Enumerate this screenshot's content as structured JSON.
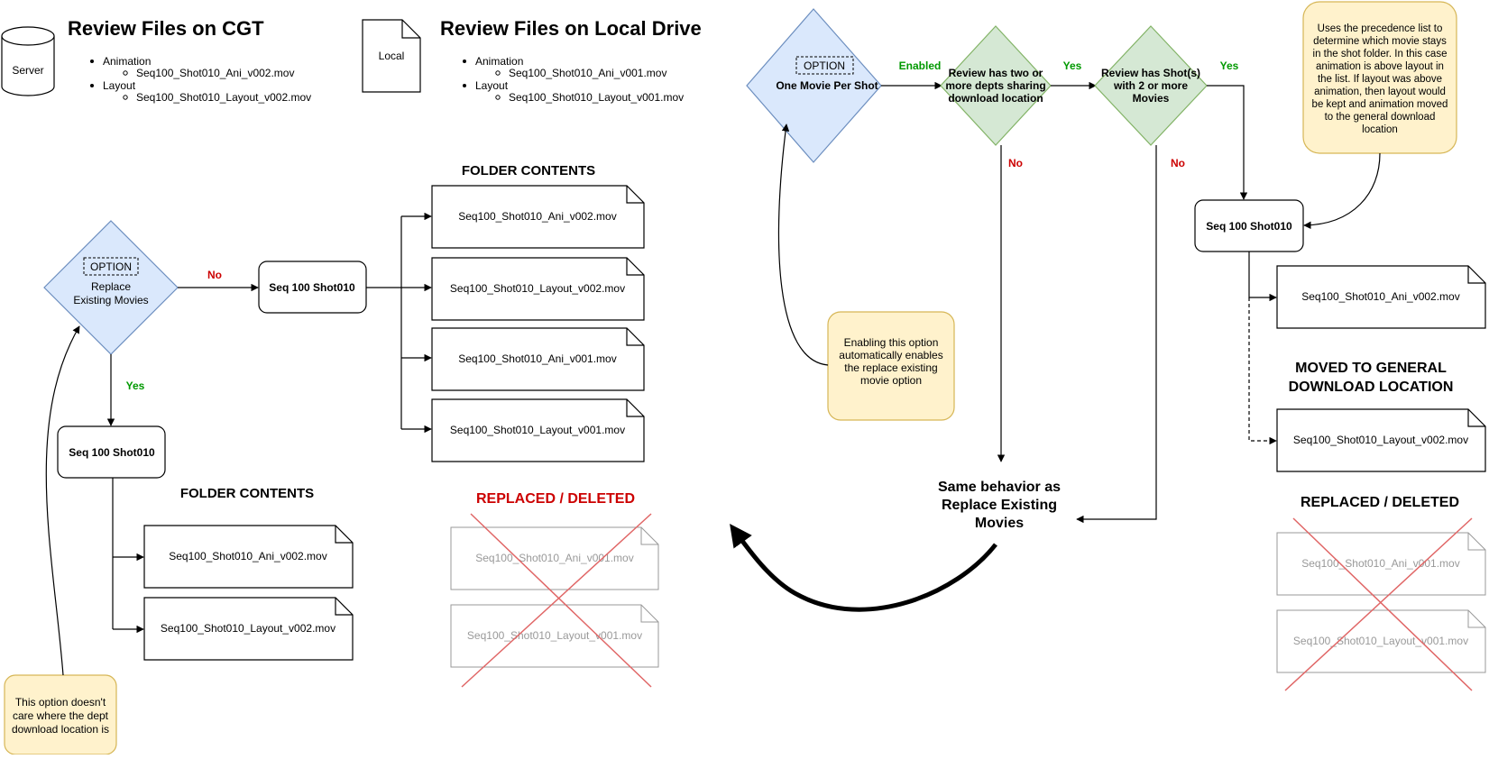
{
  "headers": {
    "server_icon_label": "Server",
    "cgt_title": "Review Files on CGT",
    "cgt_list": [
      {
        "dept": "Animation",
        "file": "Seq100_Shot010_Ani_v002.mov"
      },
      {
        "dept": "Layout",
        "file": "Seq100_Shot010_Layout_v002.mov"
      }
    ],
    "local_icon_label": "Local",
    "local_title": "Review Files on Local Drive",
    "local_list": [
      {
        "dept": "Animation",
        "file": "Seq100_Shot010_Ani_v001.mov"
      },
      {
        "dept": "Layout",
        "file": "Seq100_Shot010_Layout_v001.mov"
      }
    ]
  },
  "left_flow": {
    "option_tag": "OPTION",
    "decision_line1": "Replace",
    "decision_line2": "Existing Movies",
    "no_label": "No",
    "yes_label": "Yes",
    "shot_no": "Seq 100 Shot010",
    "shot_yes": "Seq 100 Shot010",
    "folder_contents_top": "FOLDER CONTENTS",
    "folder_files_top": [
      "Seq100_Shot010_Ani_v002.mov",
      "Seq100_Shot010_Layout_v002.mov",
      "Seq100_Shot010_Ani_v001.mov",
      "Seq100_Shot010_Layout_v001.mov"
    ],
    "folder_contents_bottom": "FOLDER CONTENTS",
    "folder_files_bottom": [
      "Seq100_Shot010_Ani_v002.mov",
      "Seq100_Shot010_Layout_v002.mov"
    ],
    "replaced_title": "REPLACED / DELETED",
    "replaced_files": [
      "Seq100_Shot010_Ani_v001.mov",
      "Seq100_Shot010_Layout_v001.mov"
    ],
    "note": [
      "This option doesn't",
      "care where the dept",
      "download location is"
    ]
  },
  "right_flow": {
    "option_tag": "OPTION",
    "decision_label": "One Movie Per Shot",
    "enabled_label": "Enabled",
    "depts_decision": [
      "Review has two or",
      "more depts sharing",
      "download location"
    ],
    "yes1": "Yes",
    "no1": "No",
    "shots_decision": [
      "Review has Shot(s)",
      "with 2 or more",
      "Movies"
    ],
    "yes2": "Yes",
    "no2": "No",
    "same_behavior": [
      "Same behavior as",
      "Replace Existing",
      "Movies"
    ],
    "enable_note": [
      "Enabling this option",
      "automatically enables",
      "the replace existing",
      "movie option"
    ],
    "precedence_note": [
      "Uses the precedence list to",
      "determine which movie stays",
      "in the shot folder. In this case",
      "animation is above layout in",
      "the list. If layout was above",
      "animation, then layout would",
      "be kept and animation moved",
      "to the general download",
      "location"
    ],
    "shot_box": "Seq 100 Shot010",
    "kept_file": "Seq100_Shot010_Ani_v002.mov",
    "moved_title": [
      "MOVED TO GENERAL",
      "DOWNLOAD LOCATION"
    ],
    "moved_file": "Seq100_Shot010_Layout_v002.mov",
    "replaced_title": "REPLACED / DELETED",
    "replaced_files": [
      "Seq100_Shot010_Ani_v001.mov",
      "Seq100_Shot010_Layout_v001.mov"
    ]
  },
  "colors": {
    "option_fill": "#dae8fc",
    "option_stroke": "#6c8ebf",
    "decision_fill": "#d5e8d4",
    "decision_stroke": "#82b366",
    "note_fill": "#fff2cc",
    "note_stroke": "#d6b656",
    "yes_green": "#009900",
    "no_red": "#cc0000",
    "deleted_red": "#cc0000",
    "cross_red": "#e06666"
  }
}
